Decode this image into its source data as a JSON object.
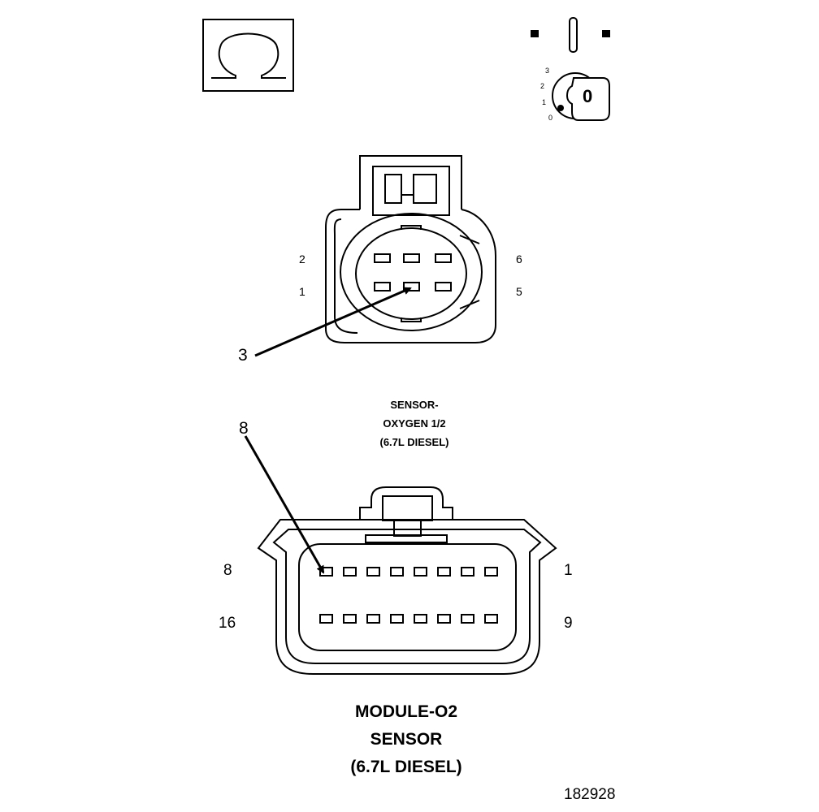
{
  "icons": {
    "omega_icon": "omega-icon",
    "ignition_icon": "ignition-switch-icon"
  },
  "ignition": {
    "positions": [
      "3",
      "2",
      "1",
      "0"
    ],
    "key_label": "0"
  },
  "connector_6": {
    "pin_labels": {
      "p2": "2",
      "p1": "1",
      "p6": "6",
      "p5": "5"
    },
    "callout": "3",
    "title_lines": [
      "SENSOR-",
      "OXYGEN 1/2",
      "(6.7L DIESEL)"
    ]
  },
  "connector_16": {
    "callout": "8",
    "pin_labels": {
      "p8": "8",
      "p16": "16",
      "p1": "1",
      "p9": "9"
    },
    "title_lines": [
      "MODULE-O2",
      "SENSOR",
      "(6.7L DIESEL)"
    ]
  },
  "figure_number": "182928",
  "colors": {
    "ink": "#000000",
    "paper": "#ffffff"
  }
}
